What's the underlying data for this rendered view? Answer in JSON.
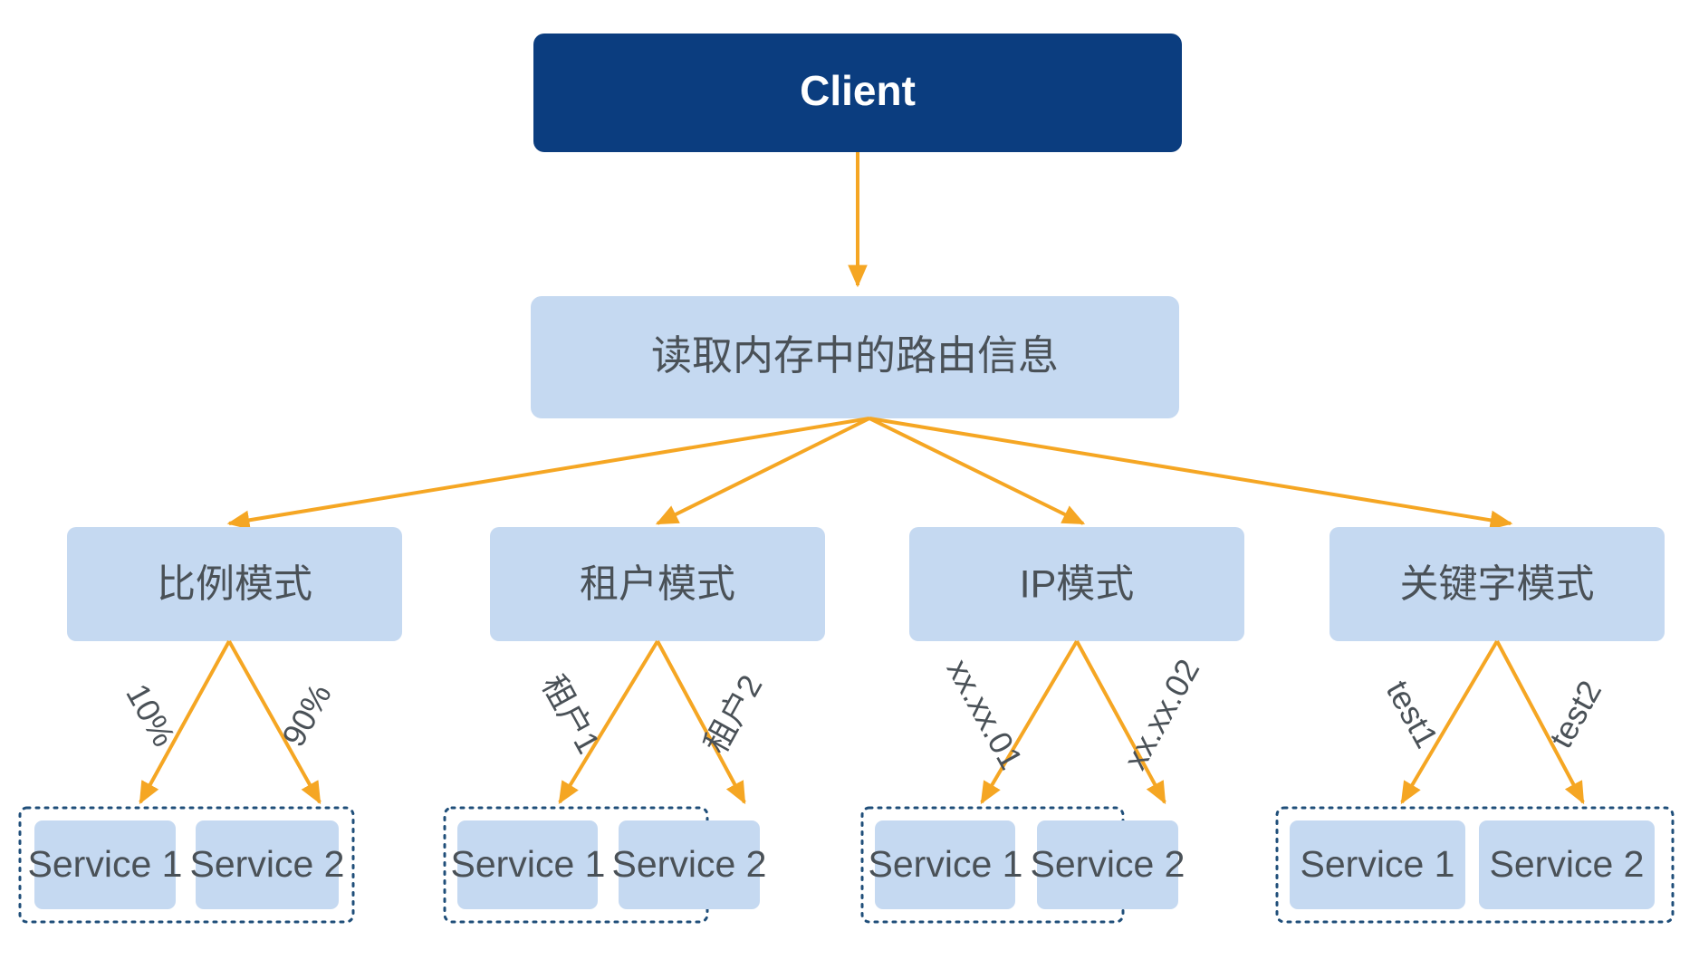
{
  "diagram": {
    "title_node": {
      "label": "Client"
    },
    "routing_node": {
      "label": "读取内存中的路由信息"
    },
    "modes": [
      {
        "label": "比例模式",
        "edges": [
          {
            "label": "10%",
            "target": "Service 1"
          },
          {
            "label": "90%",
            "target": "Service 2"
          }
        ],
        "services": [
          "Service 1",
          "Service 2"
        ]
      },
      {
        "label": "租户模式",
        "edges": [
          {
            "label": "租户1",
            "target": "Service 1"
          },
          {
            "label": "租户2",
            "target": "Service 2"
          }
        ],
        "services": [
          "Service 1",
          "Service 2"
        ]
      },
      {
        "label": "IP模式",
        "edges": [
          {
            "label": "xx.xx.01",
            "target": "Service 1"
          },
          {
            "label": "xx.xx.02",
            "target": "Service 2"
          }
        ],
        "services": [
          "Service 1",
          "Service 2"
        ]
      },
      {
        "label": "关键字模式",
        "edges": [
          {
            "label": "test1",
            "target": "Service 1"
          },
          {
            "label": "test2",
            "target": "Service 2"
          }
        ],
        "services": [
          "Service 1",
          "Service 2"
        ]
      }
    ]
  },
  "colors": {
    "client_fill": "#0b3d7f",
    "client_text": "#ffffff",
    "node_fill": "#c5d9f1",
    "node_text": "#4a5157",
    "arrow": "#f5a623",
    "group_border": "#1f4e79",
    "background": "#ffffff"
  }
}
